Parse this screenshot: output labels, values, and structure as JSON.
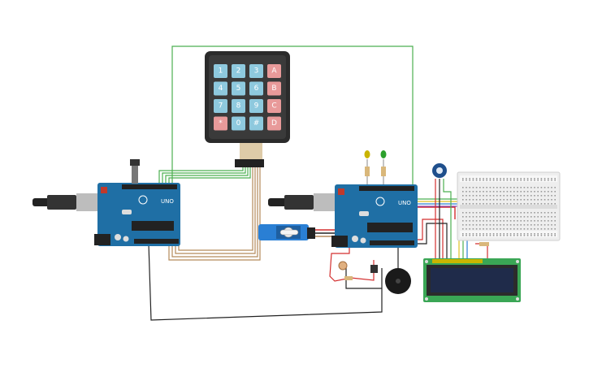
{
  "keypad": {
    "keys": [
      [
        "1",
        "2",
        "3",
        "A"
      ],
      [
        "4",
        "5",
        "6",
        "B"
      ],
      [
        "7",
        "8",
        "9",
        "C"
      ],
      [
        "*",
        "0",
        "#",
        "D"
      ]
    ]
  },
  "arduino_left": {
    "model": "UNO"
  },
  "arduino_right": {
    "model": "UNO"
  },
  "colors": {
    "board": "#1f6fa5",
    "board_dark": "#175a87",
    "keypad_body": "#2b2b2b",
    "key_digit": "#8ec9de",
    "key_letter": "#e89a9a",
    "wire_green": "#4caf50",
    "wire_brown": "#b58a5a",
    "wire_red": "#d32f2f",
    "wire_black": "#222222",
    "lcd_pcb": "#3aa655",
    "lcd_screen": "#1f2b4a",
    "breadboard": "#eeeeee"
  }
}
